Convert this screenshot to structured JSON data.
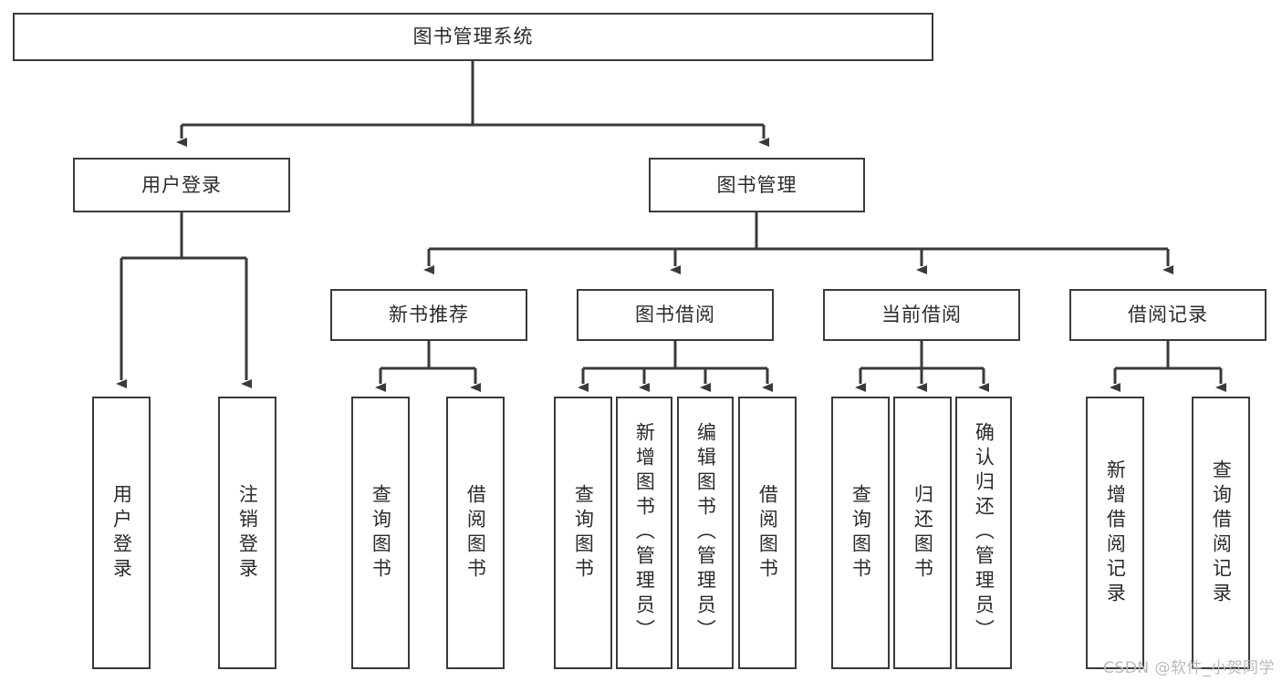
{
  "diagram": {
    "title": "图书管理系统",
    "type": "tree",
    "root": {
      "id": "root",
      "label": "图书管理系统"
    },
    "level2": [
      {
        "id": "user-login",
        "label": "用户登录"
      },
      {
        "id": "book-manage",
        "label": "图书管理"
      }
    ],
    "level3": [
      {
        "id": "new-book-recommend",
        "label": "新书推荐",
        "parent": "book-manage"
      },
      {
        "id": "book-borrow",
        "label": "图书借阅",
        "parent": "book-manage"
      },
      {
        "id": "current-borrow",
        "label": "当前借阅",
        "parent": "book-manage"
      },
      {
        "id": "borrow-record",
        "label": "借阅记录",
        "parent": "book-manage"
      }
    ],
    "leaves": [
      {
        "id": "leaf-user-login",
        "label": "用户登录",
        "parent": "user-login"
      },
      {
        "id": "leaf-logout-login",
        "label": "注销登录",
        "parent": "user-login"
      },
      {
        "id": "leaf-query-book-1",
        "label": "查询图书",
        "parent": "new-book-recommend"
      },
      {
        "id": "leaf-borrow-book-1",
        "label": "借阅图书",
        "parent": "new-book-recommend"
      },
      {
        "id": "leaf-query-book-2",
        "label": "查询图书",
        "parent": "book-borrow"
      },
      {
        "id": "leaf-add-book",
        "label": "新增图书（管理员）",
        "parent": "book-borrow"
      },
      {
        "id": "leaf-edit-book",
        "label": "编辑图书（管理员）",
        "parent": "book-borrow"
      },
      {
        "id": "leaf-borrow-book-2",
        "label": "借阅图书",
        "parent": "book-borrow"
      },
      {
        "id": "leaf-query-book-3",
        "label": "查询图书",
        "parent": "current-borrow"
      },
      {
        "id": "leaf-return-book",
        "label": "归还图书",
        "parent": "current-borrow"
      },
      {
        "id": "leaf-confirm-return",
        "label": "确认归还（管理员）",
        "parent": "current-borrow"
      },
      {
        "id": "leaf-add-record",
        "label": "新增借阅记录",
        "parent": "borrow-record"
      },
      {
        "id": "leaf-query-record",
        "label": "查询借阅记录",
        "parent": "borrow-record"
      }
    ]
  },
  "watermark": {
    "text": "CSDN @软件_小贺同学"
  },
  "colors": {
    "stroke": "#3a3a3a",
    "text": "#2b2b2b",
    "background": "#ffffff",
    "watermark": "#b9b9b9"
  }
}
